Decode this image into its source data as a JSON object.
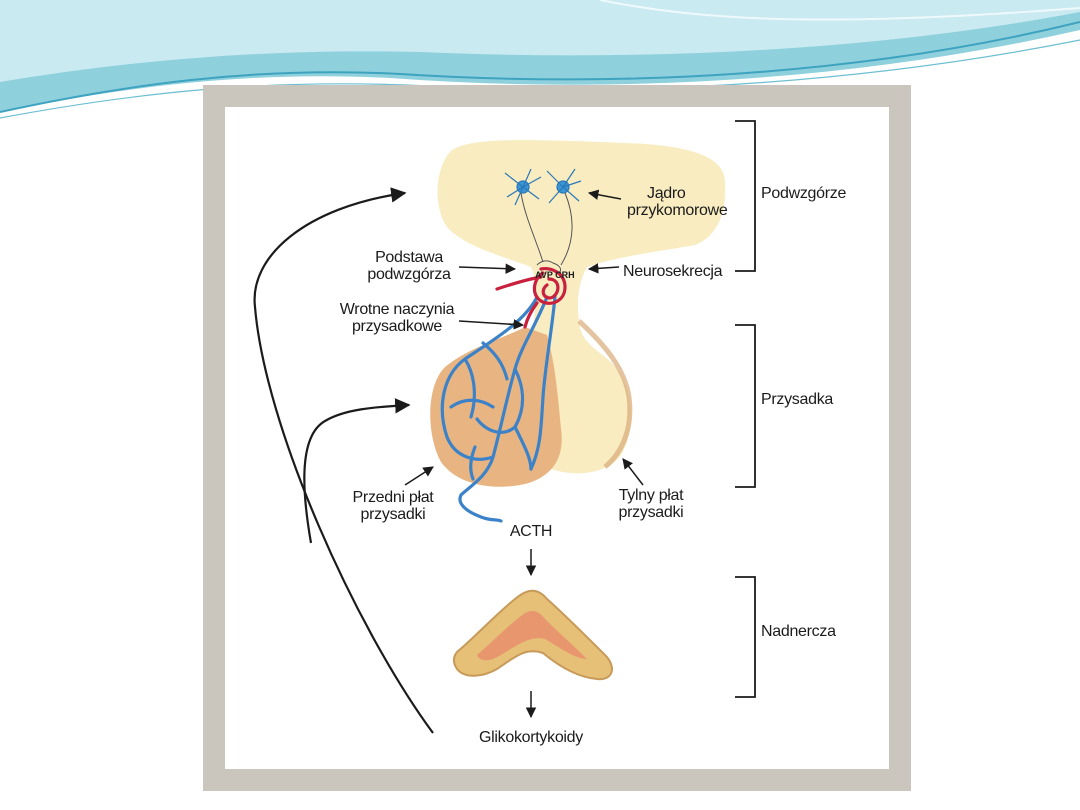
{
  "diagram": {
    "labels": {
      "jadro_line1": "Jądro",
      "jadro_line2": "przykomorowe",
      "podstawa_line1": "Podstawa",
      "podstawa_line2": "podwzgórza",
      "avp_crh": "AVP CRH",
      "neurosekrecja": "Neurosekrecja",
      "wrotne_line1": "Wrotne naczynia",
      "wrotne_line2": "przysadkowe",
      "przedni_line1": "Przedni płat",
      "przedni_line2": "przysadki",
      "tylny_line1": "Tylny płat",
      "tylny_line2": "przysadki",
      "acth": "ACTH",
      "glikokortykoidy": "Glikokortykoidy"
    },
    "regions": {
      "podwzgorze": "Podwzgórze",
      "przysadka": "Przysadka",
      "nadnercza": "Nadnercza"
    }
  },
  "colors": {
    "slide_wave_light": "#c9eaf0",
    "slide_wave_mid": "#8fd0dd",
    "slide_wave_dark": "#3ea3bf",
    "frame": "#cac6bd",
    "hypothalamus": "#f8ecc0",
    "anterior_lobe": "#e8b582",
    "capillary_blue": "#3c82c8",
    "capillary_red": "#c8203d",
    "adrenal_cortex": "#e6c077",
    "adrenal_medulla": "#e8966e"
  }
}
